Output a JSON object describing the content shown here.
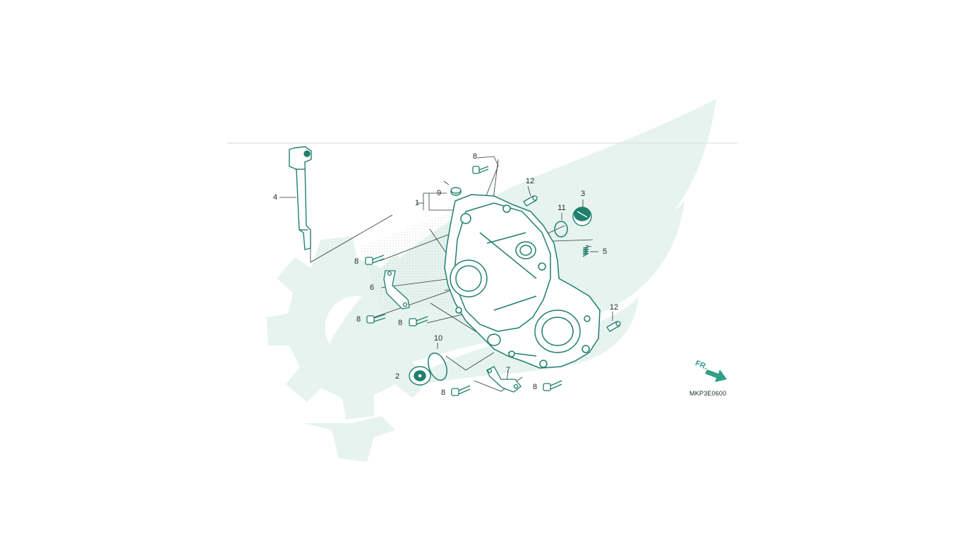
{
  "diagram": {
    "code": "MKP3E0600",
    "fr_label": "FR.",
    "colors": {
      "part_stroke": "#1f7f6c",
      "part_fill": "#ffffff",
      "watermark": "#e6f3ef",
      "leader": "#2d3a39",
      "label": "#1d2b2a"
    },
    "callouts": [
      {
        "id": "c1",
        "label": "1"
      },
      {
        "id": "c2",
        "label": "2"
      },
      {
        "id": "c3",
        "label": "3"
      },
      {
        "id": "c4",
        "label": "4"
      },
      {
        "id": "c5",
        "label": "5"
      },
      {
        "id": "c6",
        "label": "6"
      },
      {
        "id": "c7",
        "label": "7"
      },
      {
        "id": "c8a",
        "label": "8"
      },
      {
        "id": "c8b",
        "label": "8"
      },
      {
        "id": "c8c",
        "label": "8"
      },
      {
        "id": "c8d",
        "label": "8"
      },
      {
        "id": "c8e",
        "label": "8"
      },
      {
        "id": "c8f",
        "label": "8"
      },
      {
        "id": "c9",
        "label": "9"
      },
      {
        "id": "c10",
        "label": "10"
      },
      {
        "id": "c11",
        "label": "11"
      },
      {
        "id": "c12a",
        "label": "12"
      },
      {
        "id": "c12b",
        "label": "12"
      }
    ]
  }
}
